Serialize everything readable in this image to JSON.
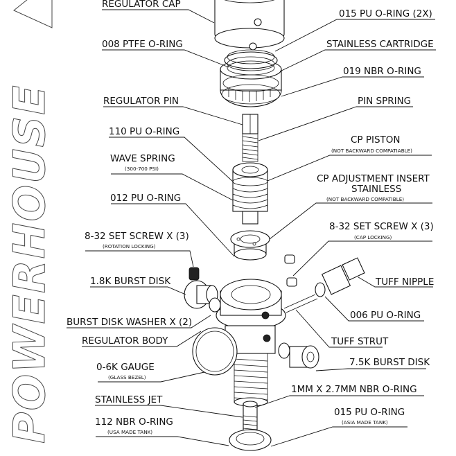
{
  "brand": {
    "text": "POWERHOUSE"
  },
  "callouts": [
    {
      "id": "regulator-cap",
      "label": "REGULATOR CAP",
      "note": ""
    },
    {
      "id": "oring-015-2x",
      "label": "015 PU O-RING (2X)",
      "note": ""
    },
    {
      "id": "oring-008-ptfe",
      "label": "008 PTFE O-RING",
      "note": ""
    },
    {
      "id": "stainless-cartridge",
      "label": "STAINLESS CARTRIDGE",
      "note": ""
    },
    {
      "id": "oring-019-nbr",
      "label": "019 NBR O-RING",
      "note": ""
    },
    {
      "id": "regulator-pin",
      "label": "REGULATOR PIN",
      "note": ""
    },
    {
      "id": "pin-spring",
      "label": "PIN SPRING",
      "note": ""
    },
    {
      "id": "oring-110-pu",
      "label": "110 PU O-RING",
      "note": ""
    },
    {
      "id": "cp-piston",
      "label": "CP PISTON",
      "note": "(NOT BACKWARD COMPATIABLE)"
    },
    {
      "id": "wave-spring",
      "label": "WAVE SPRING",
      "note": "(300-700 PSI)"
    },
    {
      "id": "cp-adjustment-insert",
      "label": "CP ADJUSTMENT INSERT",
      "label2": "STAINLESS",
      "note": "(NOT BACKWARD COMPATIBLE)"
    },
    {
      "id": "oring-012-pu",
      "label": "012 PU O-RING",
      "note": ""
    },
    {
      "id": "set-screw-rotation",
      "label": "8-32 SET SCREW X (3)",
      "note": "(ROTATION LOCKING)"
    },
    {
      "id": "set-screw-cap",
      "label": "8-32 SET SCREW X (3)",
      "note": "(CAP LOCKING)"
    },
    {
      "id": "burst-disk-18k",
      "label": "1.8K BURST DISK",
      "note": ""
    },
    {
      "id": "tuff-nipple",
      "label": "TUFF NIPPLE",
      "note": ""
    },
    {
      "id": "burst-disk-washer",
      "label": "BURST DISK WASHER X (2)",
      "note": ""
    },
    {
      "id": "oring-006-pu",
      "label": "006 PU O-RING",
      "note": ""
    },
    {
      "id": "regulator-body",
      "label": "REGULATOR BODY",
      "note": ""
    },
    {
      "id": "tuff-strut",
      "label": "TUFF STRUT",
      "note": ""
    },
    {
      "id": "gauge-0-6k",
      "label": "0-6K GAUGE",
      "note": "(GLASS BEZEL)"
    },
    {
      "id": "burst-disk-75k",
      "label": "7.5K BURST DISK",
      "note": ""
    },
    {
      "id": "oring-1mm-nbr",
      "label": "1MM X 2.7MM NBR O-RING",
      "note": ""
    },
    {
      "id": "stainless-jet",
      "label": "STAINLESS JET",
      "note": ""
    },
    {
      "id": "oring-015-asia",
      "label": "015 PU O-RING",
      "note": "(ASIA MADE TANK)"
    },
    {
      "id": "oring-112-nbr",
      "label": "112 NBR O-RING",
      "note": "(USA MADE TANK)"
    }
  ]
}
